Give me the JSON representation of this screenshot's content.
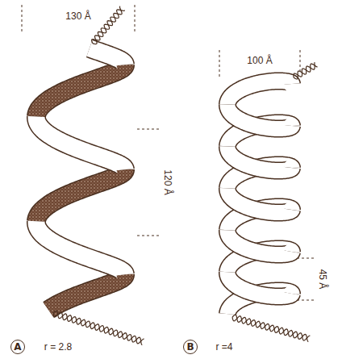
{
  "diagram": {
    "nodes": [
      {
        "text": [
          "A"
        ]
      },
      {
        "text": [
          "B"
        ]
      }
    ],
    "labels": [
      "130 Å",
      "120 Å",
      "r = 2.8",
      "100 Å",
      "45 Å",
      "r =4"
    ]
  }
}
